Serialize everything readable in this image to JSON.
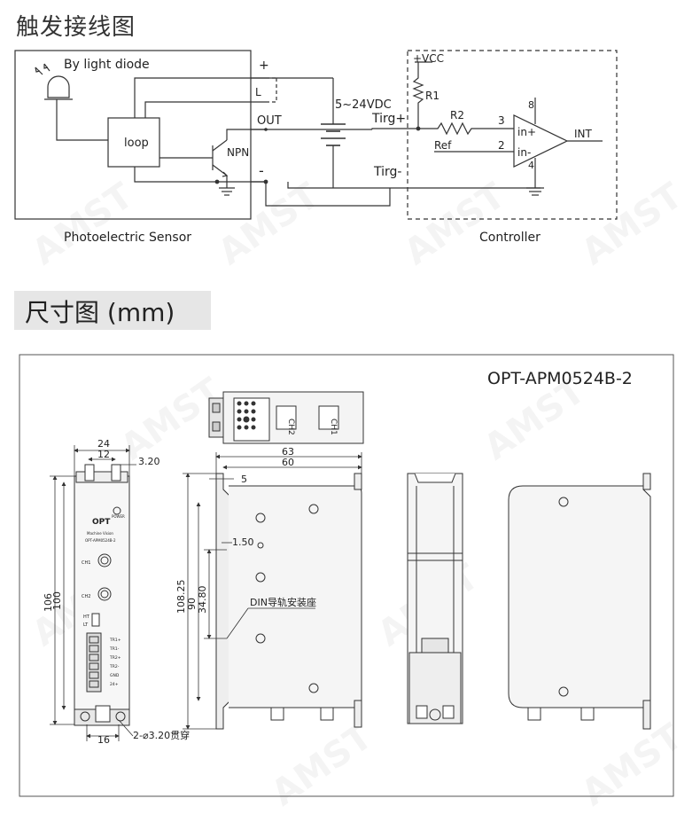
{
  "section_titles": {
    "wiring": "触发接线图",
    "dimensions": "尺寸图 (mm)"
  },
  "wiring": {
    "led_label": "By light diode",
    "loop_label": "loop",
    "npn_label": "NPN",
    "plus_label": "+",
    "l_label": "L",
    "out_label": "OUT",
    "minus_label": "-",
    "voltage_label": "5~24VDC",
    "trig_plus": "Tirg+",
    "trig_minus": "Tirg-",
    "vcc_label": "+VCC",
    "r1_label": "R1",
    "r2_label": "R2",
    "pin3": "3",
    "pin2": "2",
    "pin4": "4",
    "pin8": "8",
    "in_plus": "in+",
    "in_minus": "in-",
    "ref_label": "Ref",
    "int_label": "INT",
    "sensor_caption": "Photoelectric Sensor",
    "controller_caption": "Controller"
  },
  "dimensions": {
    "model": "OPT-APM0524B-2",
    "dim_24": "24",
    "dim_12": "12",
    "dim_3_20": "3.20",
    "dim_106": "106",
    "dim_100": "100",
    "dim_16": "16",
    "hole_note": "2-⌀3.20贯穿",
    "dim_63": "63",
    "dim_60": "60",
    "dim_5": "5",
    "dim_1_50": "1.50",
    "dim_108_25": "108.25",
    "dim_90": "90",
    "dim_34_80": "34.80",
    "din_label": "DIN导轨安装座",
    "front_brand": "OPT",
    "front_sub1": "Machine Vision",
    "front_sub2": "OPT-APM0524B-2",
    "front_power": "POWER",
    "front_ch1": "CH1",
    "front_ch2": "CH2",
    "front_ht": "HT",
    "front_lt": "LT",
    "terminals": [
      "TR1+",
      "TR1-",
      "TR2+",
      "TR2-",
      "GND",
      "24+"
    ],
    "top_ch1": "CH1",
    "top_ch2": "CH2",
    "watermark": "AMST"
  }
}
